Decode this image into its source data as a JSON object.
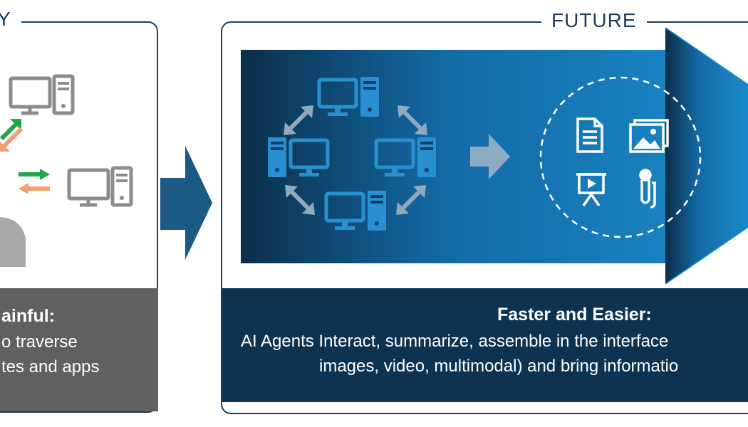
{
  "left_panel": {
    "title_fragment": "Y",
    "caption_title": "ainful:",
    "caption_lines": [
      "o traverse",
      "tes and apps"
    ]
  },
  "right_panel": {
    "title": "FUTURE",
    "caption_title": "Faster and Easier:",
    "caption_lines": [
      "AI Agents Interact, summarize, assemble in the interface",
      "images, video, multimodal) and bring informatio"
    ]
  },
  "colors": {
    "navy": "#0e3351",
    "border": "#1d3d5a",
    "arrow_gradient_start": "#0b2e4a",
    "arrow_gradient_end": "#1a8ac9",
    "icon_blue": "#2a8fd0",
    "gray": "#8c8c8c",
    "green": "#1fa64a",
    "orange": "#f0a070"
  },
  "icons": [
    "desktop-computer-icon",
    "document-icon",
    "image-gallery-icon",
    "presentation-icon",
    "microphone-icon",
    "sync-arrows-icon"
  ]
}
